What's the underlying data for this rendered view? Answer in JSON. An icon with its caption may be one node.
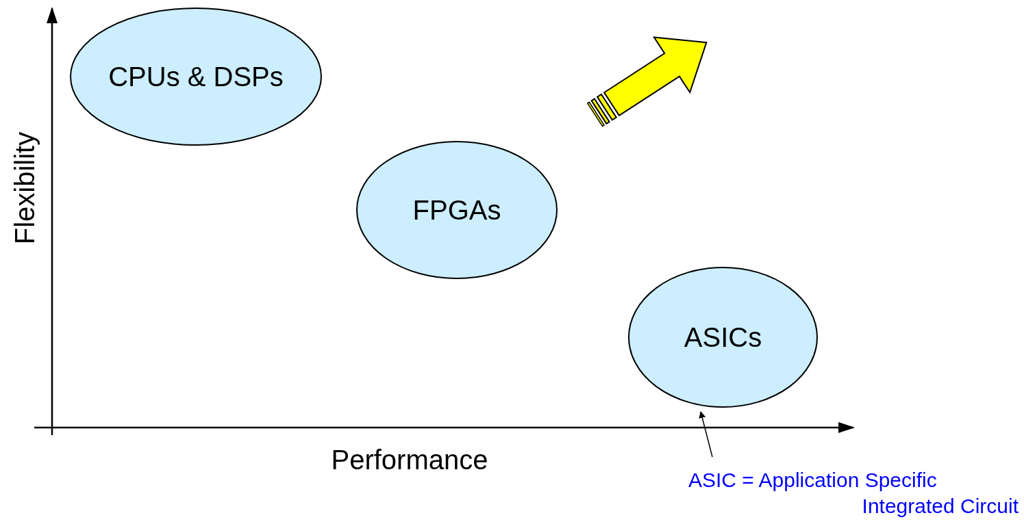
{
  "diagram": {
    "nodes": [
      {
        "text": [
          "CPUs & DSPs"
        ]
      },
      {
        "text": [
          "FPGAs"
        ]
      },
      {
        "text": [
          "ASICs"
        ]
      },
      {
        "text": [
          "ASIC = Application Specific Integrated Circuit"
        ]
      }
    ],
    "edges": [
      {
        "from": 3,
        "to": 2,
        "arrow": "to"
      }
    ],
    "labels": [
      "Flexibility",
      "Performance"
    ]
  }
}
